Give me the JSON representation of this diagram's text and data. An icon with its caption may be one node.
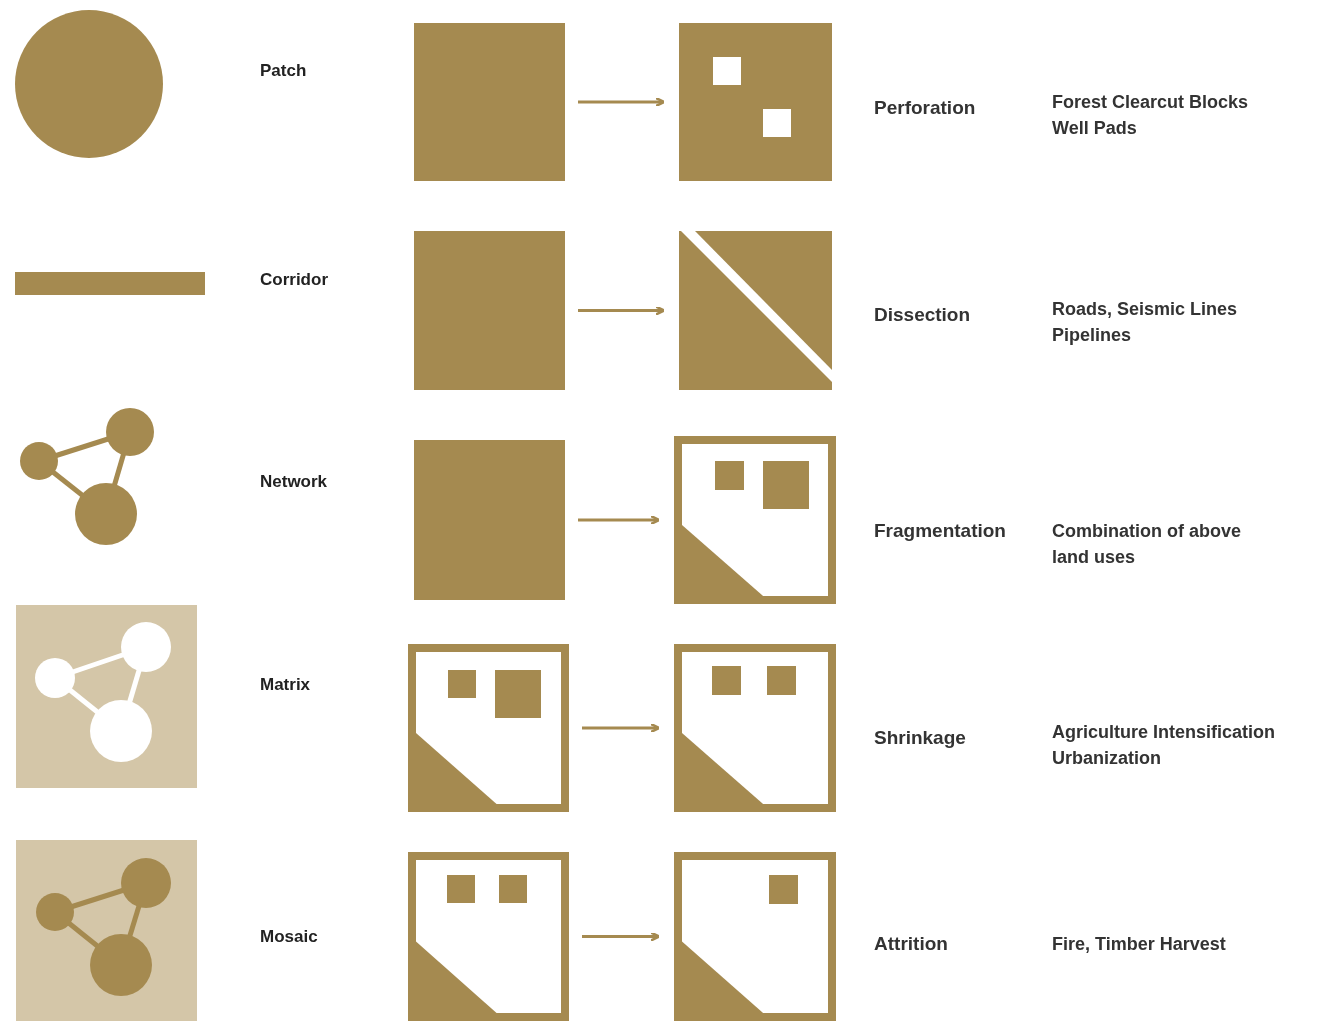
{
  "diagram": {
    "nodes": [
      {
        "text": [],
        "shape": "circle"
      },
      {
        "text": [],
        "shape": "bar"
      },
      {
        "text": [],
        "shape": "picture"
      },
      {
        "text": [],
        "shape": "picture"
      },
      {
        "text": [],
        "shape": "picture"
      },
      {
        "text": [],
        "shape": "box"
      },
      {
        "text": [],
        "shape": "picture"
      },
      {
        "text": [],
        "shape": "box"
      },
      {
        "text": [],
        "shape": "picture"
      },
      {
        "text": [],
        "shape": "box"
      },
      {
        "text": [],
        "shape": "picture"
      },
      {
        "text": [],
        "shape": "picture"
      },
      {
        "text": [],
        "shape": "picture"
      },
      {
        "text": [],
        "shape": "picture"
      },
      {
        "text": [],
        "shape": "picture"
      }
    ],
    "edges": [
      {
        "from": 5,
        "to": 6,
        "arrow": "to"
      },
      {
        "from": 7,
        "to": 8,
        "arrow": "to"
      },
      {
        "from": 9,
        "to": 10,
        "arrow": "to"
      },
      {
        "from": 11,
        "to": 12,
        "arrow": "to"
      },
      {
        "from": 13,
        "to": 14,
        "arrow": "to"
      }
    ],
    "labels": [
      "Patch",
      "Perforation",
      "Forest Clearcut Blocks Well Pads",
      "Corridor",
      "Dissection",
      "Roads, Seismic Lines Pipelines",
      "Network",
      "Fragmentation",
      "Combination of above land uses",
      "Matrix",
      "Shrinkage",
      "Agriculture Intensification Urbanization",
      "Mosaic",
      "Attrition",
      "Fire, Timber Harvest"
    ]
  }
}
